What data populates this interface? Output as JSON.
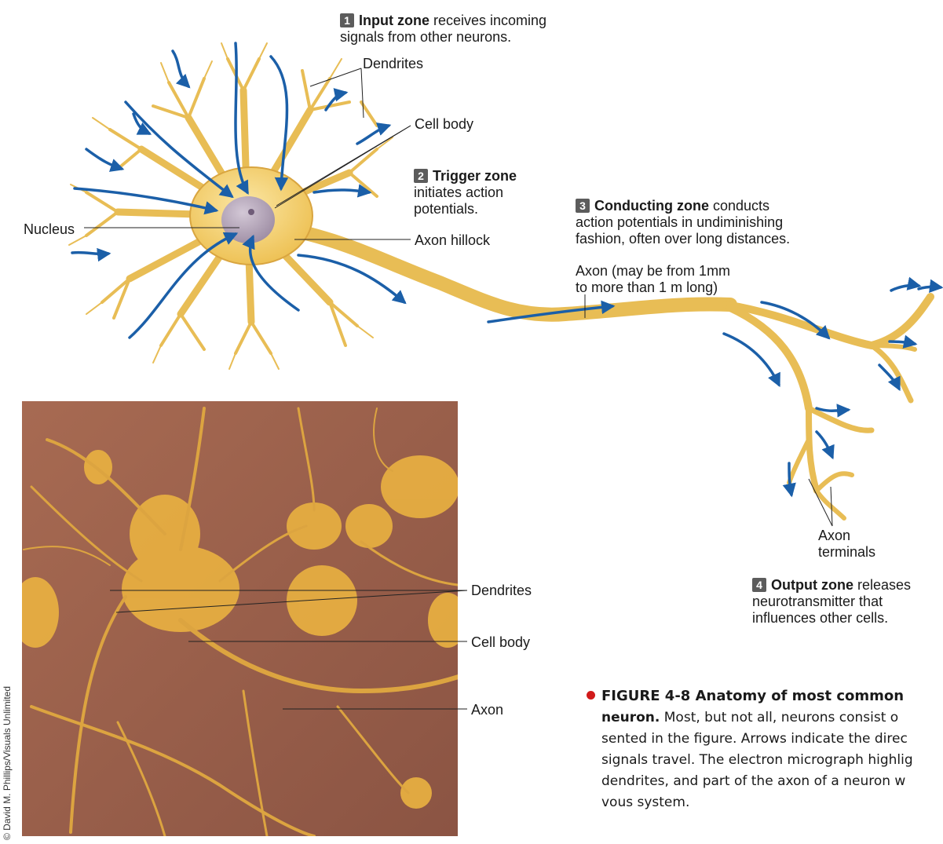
{
  "zones": {
    "input": {
      "number": "1",
      "title": "Input zone",
      "text_line1": " receives incoming",
      "text_line2": "signals from other neurons."
    },
    "trigger": {
      "number": "2",
      "title": "Trigger zone",
      "text_line1": "initiates action",
      "text_line2": "potentials."
    },
    "conducting": {
      "number": "3",
      "title": "Conducting zone",
      "text_line1": " conducts",
      "text_line2": "action potentials in undiminishing",
      "text_line3": "fashion, often over long distances."
    },
    "output": {
      "number": "4",
      "title": "Output zone",
      "text_line1": " releases",
      "text_line2": "neurotransmitter that",
      "text_line3": "influences other cells."
    }
  },
  "labels": {
    "dendrites": "Dendrites",
    "cell_body": "Cell body",
    "nucleus": "Nucleus",
    "axon_hillock": "Axon hillock",
    "axon_line1": "Axon (may be from 1mm",
    "axon_line2": "to more than 1 m long)",
    "axon_terminals_line1": "Axon",
    "axon_terminals_line2": "terminals"
  },
  "micrograph_labels": {
    "dendrites": "Dendrites",
    "cell_body": "Cell body",
    "axon": "Axon"
  },
  "caption": {
    "figure": "FIGURE 4-8 Anatomy of most common",
    "line2_bold": "neuron.",
    "line2": " Most, but not all, neurons consist o",
    "line3": "sented in the figure. Arrows indicate the direc",
    "line4": "signals travel. The electron micrograph highlig",
    "line5": "dendrites, and part of the axon of a neuron w",
    "line6": "vous system."
  },
  "credit": "© David M. Phillips/Visuals Unlimited",
  "colors": {
    "neuron": "#f2cf6e",
    "neuron_edge": "#c99a2e",
    "arrow": "#1b5fa8",
    "nucleus": "#b3a3b6",
    "micrograph_bg": "#9a5f4c",
    "caption_dot": "#d11a1a"
  }
}
